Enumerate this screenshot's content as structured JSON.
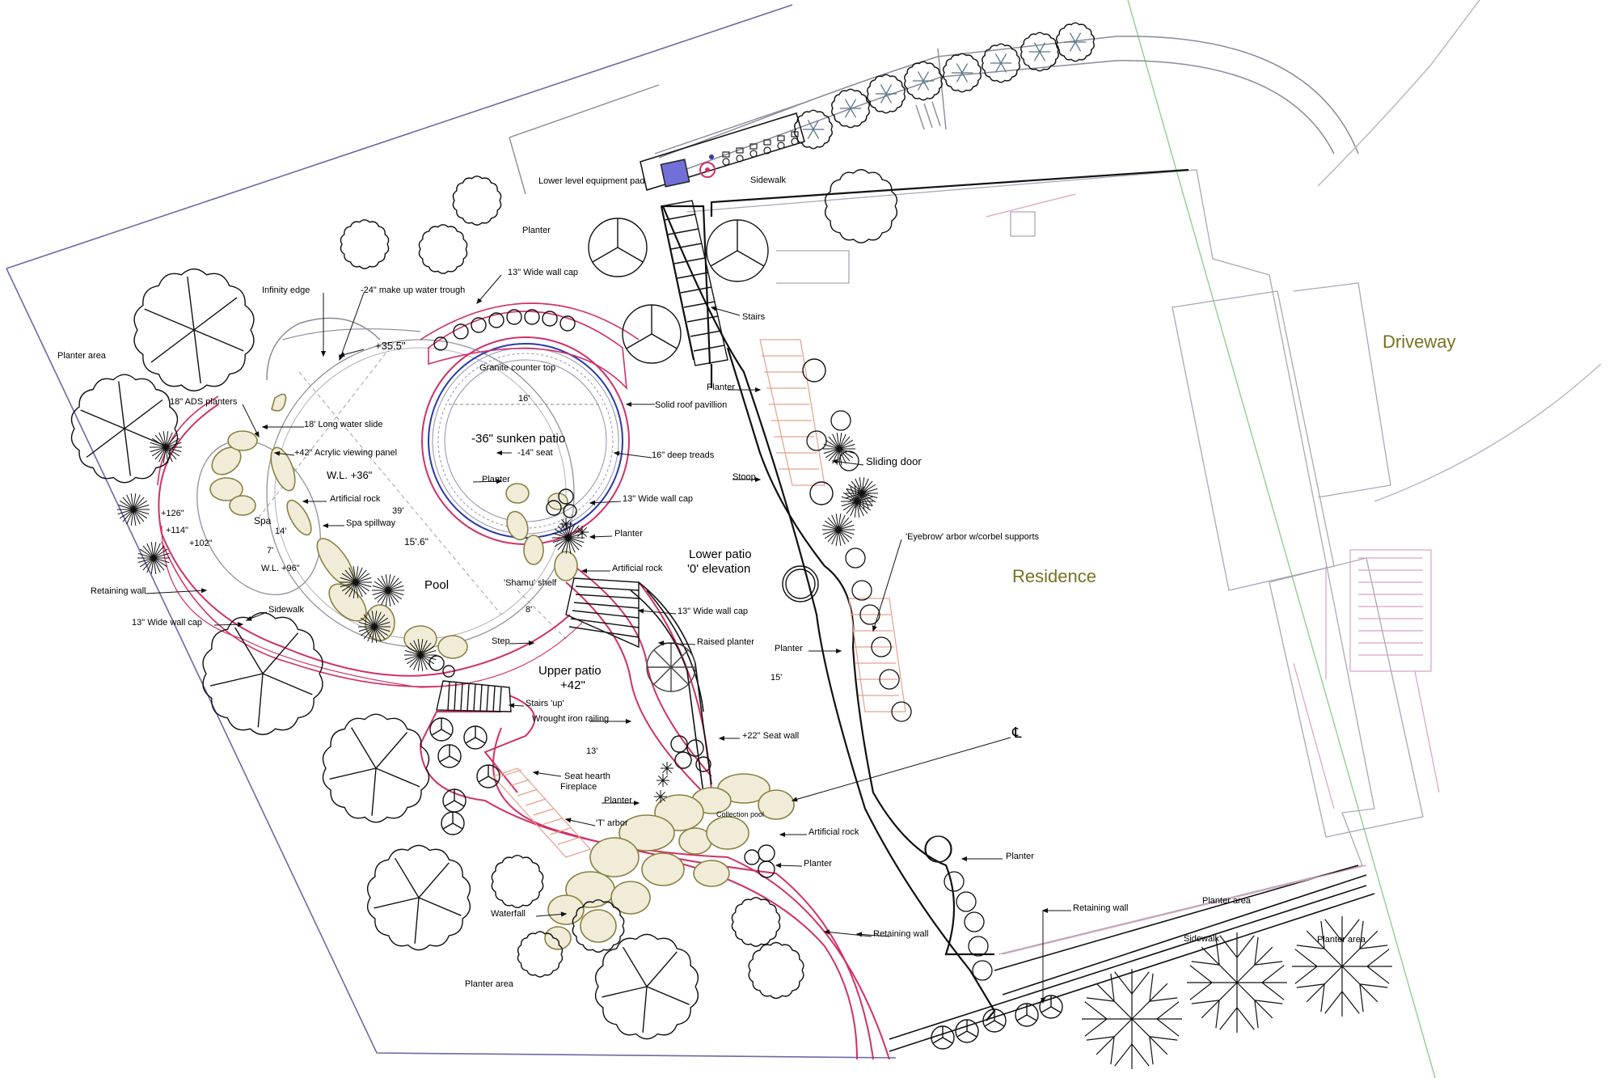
{
  "colors": {
    "wall": "#d0306a",
    "water": "#2a3aa8",
    "rock": "#8a8040",
    "thin": "#9090a8",
    "olive": "#777222",
    "arbor": "#e6a08a",
    "pink": "#d8a0c8"
  },
  "regions": {
    "driveway": "Driveway",
    "residence": "Residence",
    "pool": "Pool",
    "spa": "Spa",
    "sunken_patio": "-36\" sunken patio",
    "lower_patio_1": "Lower patio",
    "lower_patio_2": "'0' elevation",
    "upper_patio_1": "Upper patio",
    "upper_patio_2": "+42\""
  },
  "labels": {
    "lower_equipment_pad": "Lower level equipment pad",
    "sidewalk_top": "Sidewalk",
    "planter_top": "Planter",
    "wall_cap_top": "13\" Wide wall cap",
    "infinity_edge": "Infinity edge",
    "water_trough": "-24\" make up water trough",
    "plus_35_5": "+35.5\"",
    "stairs": "Stairs",
    "planter_area_left": "Planter area",
    "ads_planters": "18\" ADS planters",
    "granite_counter": "Granite counter top",
    "solid_roof": "Solid roof pavillion",
    "dim_16": "16'",
    "water_slide": "18' Long water slide",
    "acrylic_panel": "+42\" Acrylic viewing panel",
    "seat_14": "-14\" seat",
    "deep_treads": "16\" deep treads",
    "planter_stoop": "Planter",
    "wl_36": "W.L. +36\"",
    "planter_mid": "Planter",
    "stoop": "Stoop",
    "sliding_door": "Sliding door",
    "wall_cap_mid": "13\" Wide wall cap",
    "artificial_rock_1": "Artificial rock",
    "dim_39": "39'",
    "plus_126": "+126\"",
    "plus_114": "+114\"",
    "plus_102": "+102\"",
    "spa_spillway": "Spa spillway",
    "dim_14": "14'",
    "dim_15_6": "15'.6\"",
    "planter_right_of_pool": "Planter",
    "eyebrow_arbor": "'Eyebrow' arbor w/corbel supports",
    "dim_7": "7'",
    "wl_96": "W.L. +96\"",
    "artificial_rock_2": "Artificial rock",
    "retaining_wall_left": "Retaining wall",
    "shamu_shelf": "'Shamu' shelf",
    "dim_8": "8'",
    "wall_cap_lower": "13\" Wide wall cap",
    "sidewalk_left": "Sidewalk",
    "wall_cap_left": "13\" Wide wall cap",
    "step": "Step",
    "raised_planter": "Raised planter",
    "planter_arbor": "Planter",
    "dim_15": "15'",
    "stairs_up": "Stairs 'up'",
    "wrought_iron": "Wrought iron railing",
    "seat_wall": "+22\" Seat wall",
    "centerline": "℄",
    "dim_13": "13'",
    "seat_hearth": "Seat hearth",
    "fireplace": "Fireplace",
    "planter_collection": "Planter",
    "collection_pool": "Collection pool",
    "t_arbor": "'T' arbor",
    "artificial_rock_3": "Artificial rock",
    "planter_lower": "Planter",
    "planter_east": "Planter",
    "retaining_wall_bottom": "Retaining wall",
    "planter_area_bottom_right": "Planter area",
    "waterfall": "Waterfall",
    "retaining_wall_center": "Retaining wall",
    "sidewalk_bottom": "Sidewalk",
    "planter_area_far_right": "Planter area",
    "planter_area_bottom": "Planter area"
  }
}
